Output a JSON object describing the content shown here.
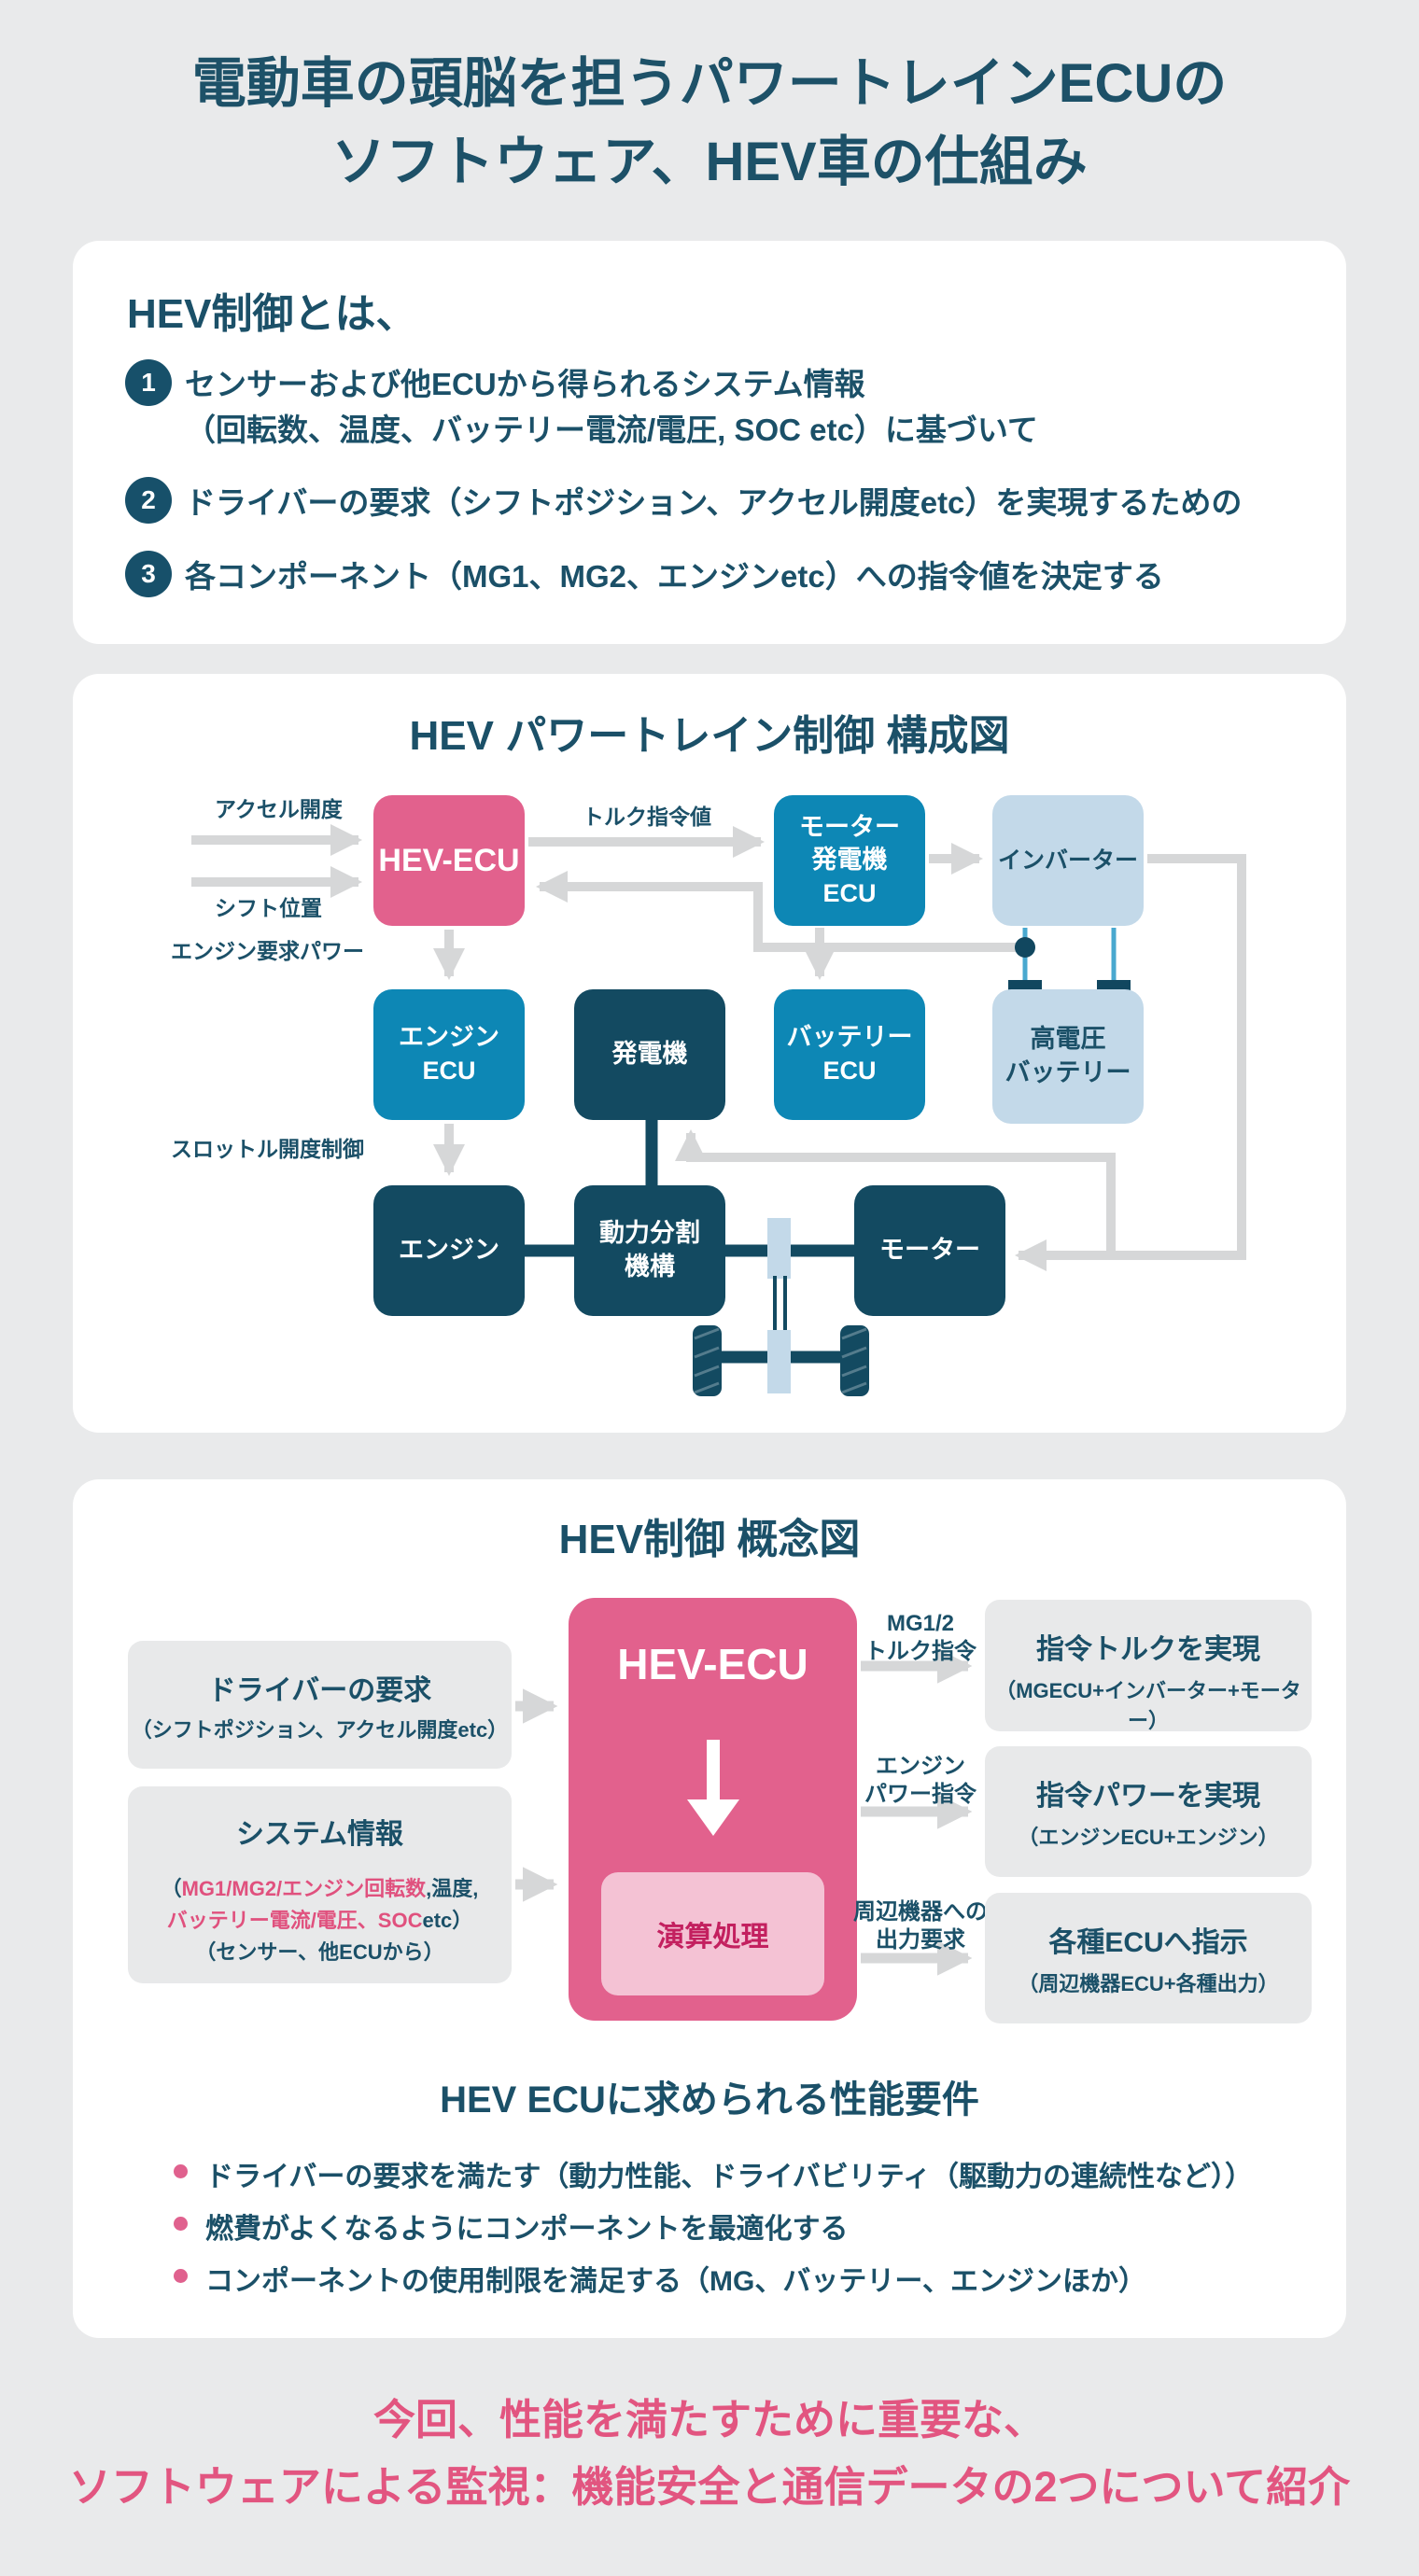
{
  "title": {
    "line1": "電動車の頭脳を担うパワートレインECUの",
    "line2": "ソフトウェア、HEV車の仕組み"
  },
  "intro": {
    "heading": "HEV制御とは、",
    "items": [
      {
        "num": "1",
        "line1": "センサーおよび他ECUから得られるシステム情報",
        "line2": "（回転数、温度、バッテリー電流/電圧, SOC etc）に基づいて"
      },
      {
        "num": "2",
        "line1": "ドライバーの要求（シフトポジション、アクセル開度etc）を実現するための"
      },
      {
        "num": "3",
        "line1": "各コンポーネント（MG1、MG2、エンジンetc）への指令値を決定する"
      }
    ]
  },
  "architecture": {
    "title": "HEV パワートレイン制御 構成図",
    "boxes": {
      "hev_ecu": "HEV-ECU",
      "motor_gen_ecu": "モーター\n発電機\nECU",
      "inverter": "インバーター",
      "engine_ecu": "エンジン\nECU",
      "generator": "発電機",
      "battery_ecu": "バッテリー\nECU",
      "hv_battery": "高電圧\nバッテリー",
      "engine": "エンジン",
      "power_split": "動力分割\n機構",
      "motor": "モーター"
    },
    "labels": {
      "accel": "アクセル開度",
      "shift": "シフト位置",
      "torque_cmd": "トルク指令値",
      "engine_power_req": "エンジン要求パワー",
      "throttle_ctrl": "スロットル開度制御"
    }
  },
  "concept": {
    "title": "HEV制御 概念図",
    "driver_box": {
      "title": "ドライバーの要求",
      "sub": "（シフトポジション、アクセル開度etc）"
    },
    "system_box": {
      "title": "システム情報",
      "l2_open": "（",
      "l2_pink": "MG1/MG2/エンジン回転数",
      "l2_rest": ",温度,",
      "l3_pink": "バッテリー電流/電圧、SOC",
      "l3_rest": "etc）",
      "l4": "（センサー、他ECUから）"
    },
    "hev_ecu": "HEV-ECU",
    "process": "演算処理",
    "out_labels": {
      "mg": "MG1/2\nトルク指令",
      "engine": "エンジン\nパワー指令",
      "peripheral": "周辺機器への\n出力要求"
    },
    "out_boxes": [
      {
        "title": "指令トルクを実現",
        "sub": "（MGECU+インバーター+モーター）"
      },
      {
        "title": "指令パワーを実現",
        "sub": "（エンジンECU+エンジン）"
      },
      {
        "title": "各種ECUへ指示",
        "sub": "（周辺機器ECU+各種出力）"
      }
    ]
  },
  "requirements": {
    "heading": "HEV ECUに求められる性能要件",
    "bullets": [
      "ドライバーの要求を満たす（動力性能、ドライバビリティ（駆動力の連続性など））",
      "燃費がよくなるようにコンポーネントを最適化する",
      "コンポーネントの使用制限を満足する（MG、バッテリー、エンジンほか）"
    ]
  },
  "footer": {
    "line1": "今回、性能を満たすために重要な、",
    "line2": "ソフトウェアによる監視：機能安全と通信データの2つについて紹介"
  },
  "colors": {
    "accent_pink": "#e2618d",
    "teal": "#0d87b5",
    "navy": "#134a61",
    "light_blue": "#c3d9e9",
    "dark_text": "#1b5068",
    "pink_text": "#e0517e",
    "crimson": "#c3205f",
    "arrow_gray": "#d6d7d8"
  }
}
